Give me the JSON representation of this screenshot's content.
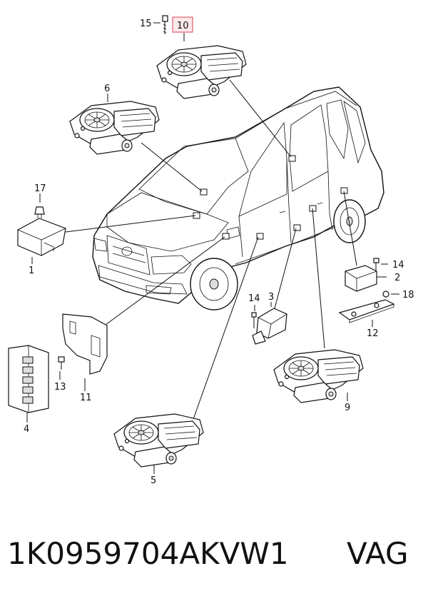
{
  "callouts": {
    "c1": "1",
    "c2": "2",
    "c3": "3",
    "c4": "4",
    "c5": "5",
    "c6": "6",
    "c9": "9",
    "c10": "10",
    "c11": "11",
    "c12": "12",
    "c13": "13",
    "c14a": "14",
    "c14b": "14",
    "c15": "15",
    "c17": "17",
    "c18": "18"
  },
  "highlight_color": "#e06070",
  "footer": {
    "part_number": "1K0959704AKVW1",
    "brand": "VAG"
  }
}
